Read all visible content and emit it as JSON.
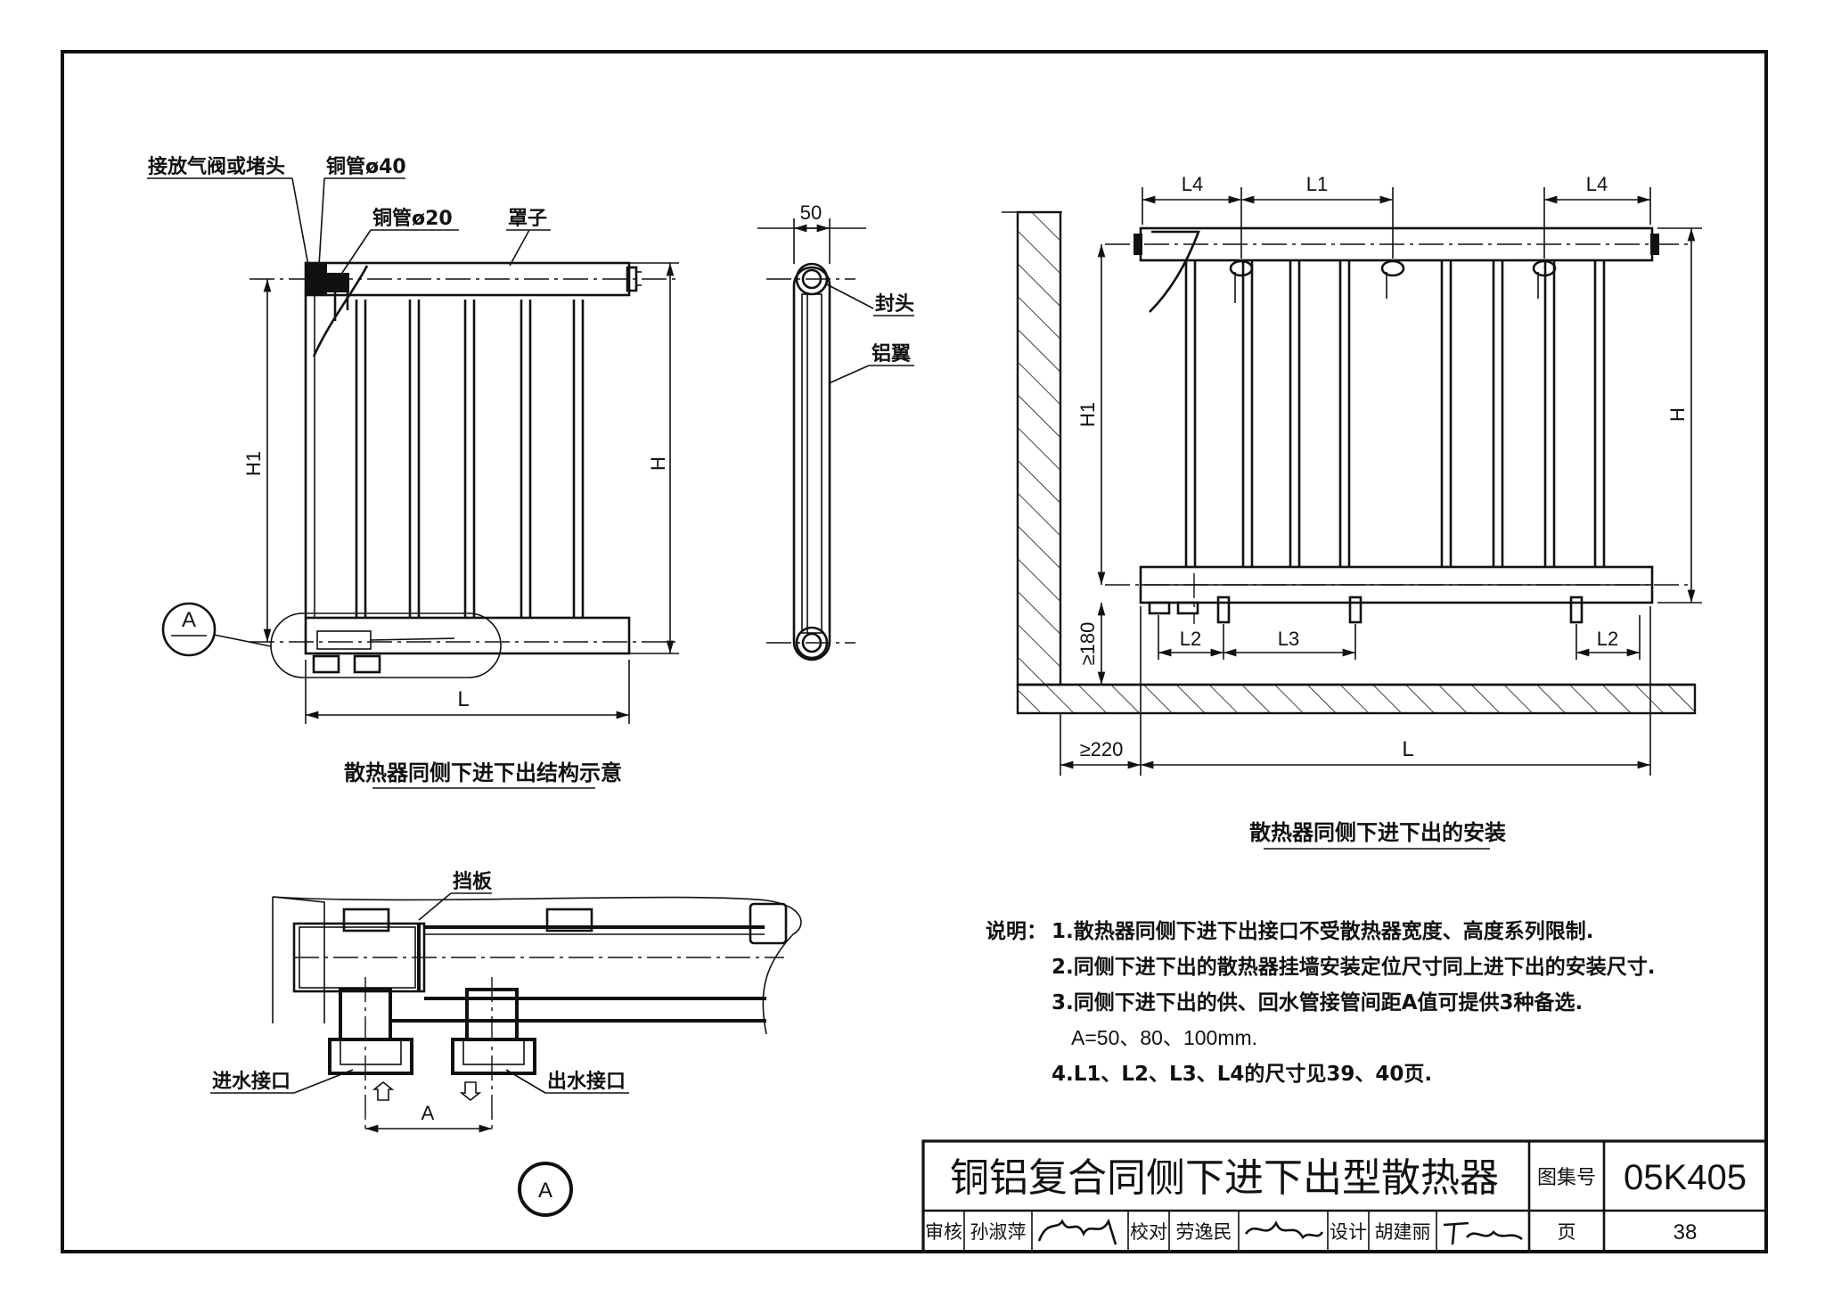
{
  "view1": {
    "caption": "散热器同侧下进下出结构示意",
    "label_vent": "接放气阀或堵头",
    "label_pipe40": "铜管ø40",
    "label_pipe20": "铜管ø20",
    "label_cover": "罩子",
    "dim_H1": "H1",
    "dim_H": "H",
    "dim_L": "L",
    "detail_letter": "A"
  },
  "view_side": {
    "dim_50": "50",
    "label_cap": "封头",
    "label_fin": "铝翼"
  },
  "view2": {
    "caption": "散热器同侧下进下出的安装",
    "dim_L4_left": "L4",
    "dim_L1": "L1",
    "dim_L4_right": "L4",
    "dim_H1": "H1",
    "dim_H": "H",
    "dim_180": "≥180",
    "dim_L2_left": "L2",
    "dim_L3": "L3",
    "dim_L2_right": "L2",
    "dim_220": "≥220",
    "dim_L": "L"
  },
  "detail": {
    "label_baffle": "挡板",
    "label_inlet": "进水接口",
    "label_outlet": "出水接口",
    "dim_A": "A",
    "circle_letter": "A"
  },
  "notes": {
    "prefix": "说明：",
    "items": [
      "1.散热器同侧下进下出接口不受散热器宽度、高度系列限制.",
      "2.同侧下进下出的散热器挂墙安装定位尺寸同上进下出的安装尺寸.",
      "3.同侧下进下出的供、回水管接管间距A值可提供3种备选.",
      "A=50、80、100mm.",
      "4.L1、L2、L3、L4的尺寸见39、40页."
    ]
  },
  "title_block": {
    "title": "铜铝复合同侧下进下出型散热器",
    "atlas_label": "图集号",
    "atlas_no": "05K405",
    "review_label": "审核",
    "review_name": "孙淑萍",
    "check_label": "校对",
    "check_name": "劳逸民",
    "design_label": "设计",
    "design_name": "胡建丽",
    "page_label": "页",
    "page_no": "38"
  }
}
